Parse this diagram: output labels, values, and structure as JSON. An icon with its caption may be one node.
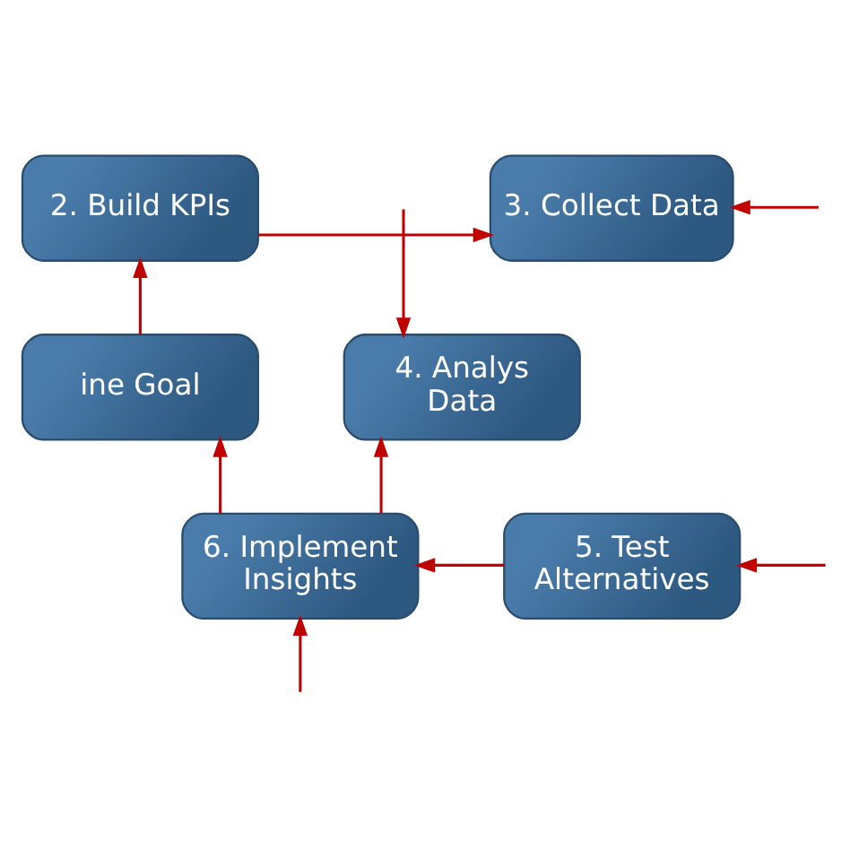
{
  "diagram": {
    "nodes": [
      {
        "text": [
          "2. Build KPIs"
        ]
      },
      {
        "text": [
          "3. Collect Data"
        ]
      },
      {
        "text": [
          "ine Goal"
        ]
      },
      {
        "text": [
          "4. Analys Data"
        ]
      },
      {
        "text": [
          "6. Implement Insights"
        ]
      },
      {
        "text": [
          "5. Test Alternatives"
        ]
      }
    ],
    "edges": [
      {
        "from": null,
        "to": 1,
        "arrow": "to"
      },
      {
        "from": 2,
        "to": 0,
        "arrow": "to"
      },
      {
        "from": 0,
        "to": 1,
        "arrow": "to"
      },
      {
        "from": null,
        "to": 3,
        "arrow": "to"
      },
      {
        "from": 4,
        "to": 3,
        "arrow": "to"
      },
      {
        "from": 4,
        "to": 2,
        "arrow": "to"
      },
      {
        "from": 5,
        "to": 4,
        "arrow": "to"
      },
      {
        "from": null,
        "to": 5,
        "arrow": "to"
      },
      {
        "from": null,
        "to": 4,
        "arrow": "to"
      }
    ]
  }
}
